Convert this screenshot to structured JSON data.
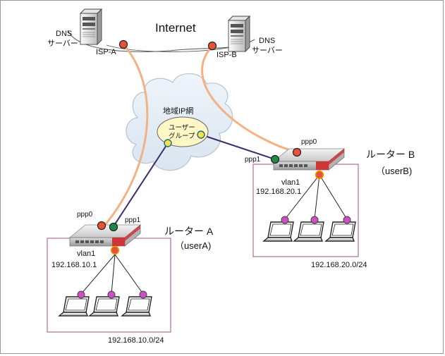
{
  "internet": {
    "label": "Internet"
  },
  "dns_left": {
    "line1": "DNS",
    "line2": "サーバー"
  },
  "dns_right": {
    "line1": "DNS",
    "line2": "サーバー"
  },
  "isp_a": {
    "label": "ISP-A"
  },
  "isp_b": {
    "label": "ISP-B"
  },
  "cloud": {
    "title": "地域IP網",
    "group_line1": "ユーザー",
    "group_line2": "グループ"
  },
  "router_a": {
    "name": "ルーター A",
    "user": "（userA)",
    "ppp0": "ppp0",
    "ppp1": "ppp1",
    "vlan": "vlan1",
    "ip": "192.168.10.1",
    "subnet": "192.168.10.0/24"
  },
  "router_b": {
    "name": "ルーター B",
    "user": "（userB)",
    "ppp0": "ppp0",
    "ppp1": "ppp1",
    "vlan": "vlan1",
    "ip": "192.168.20.1",
    "subnet": "192.168.20.0/24"
  },
  "colors": {
    "isp_link": "#f4b183",
    "ppp_link": "#3a2a6e",
    "lan_box": "#a0508c",
    "red_node": "#e8523a",
    "green_node": "#1e8a4a",
    "yellow_node": "#f2e24a",
    "pink_node": "#d24cc6",
    "group_fill": "#fff7c6"
  }
}
